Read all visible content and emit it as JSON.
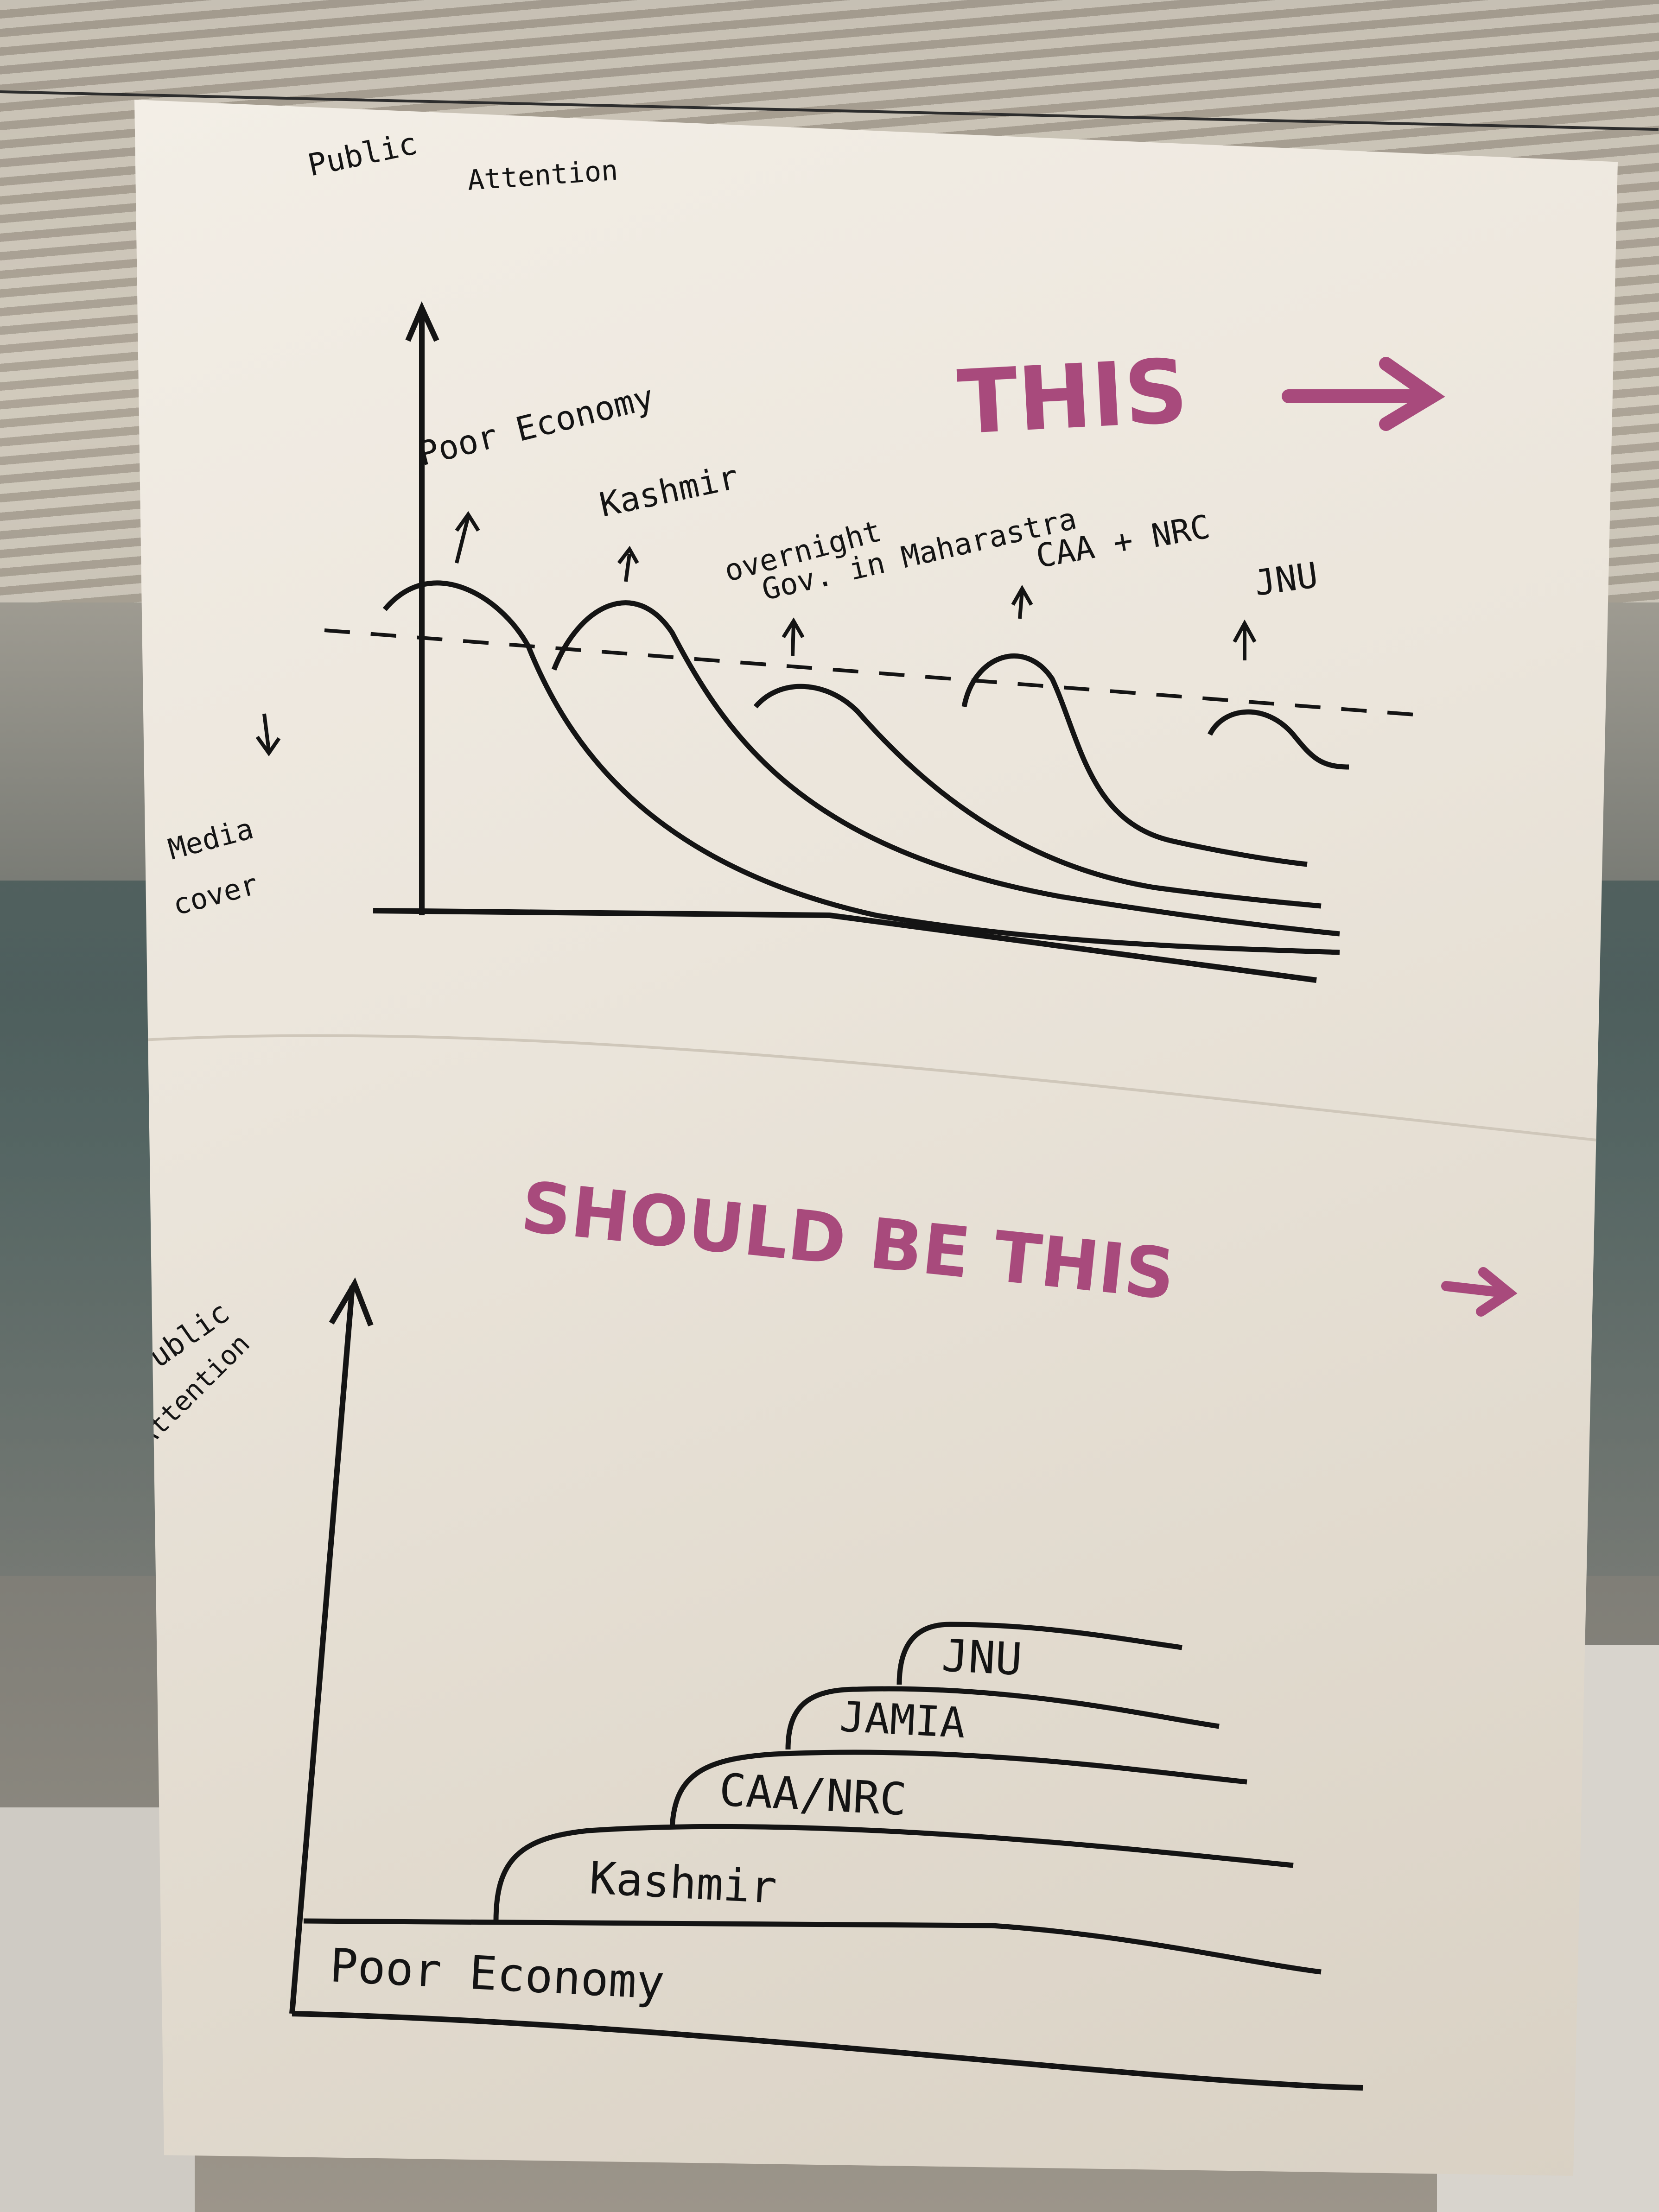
{
  "top_chart": {
    "title": "THIS",
    "y_label_line1": "Public",
    "y_label_line2": "Attention",
    "side_label_line1": "Media",
    "side_label_line2": "cover",
    "events": [
      {
        "label": "Poor Economy"
      },
      {
        "label": "Kashmir"
      },
      {
        "label_line1": "overnight",
        "label_line2": "Gov. in Maharastra"
      },
      {
        "label": "CAA + NRC"
      },
      {
        "label": "JNU"
      }
    ]
  },
  "bottom_chart": {
    "title": "SHOULD BE THIS",
    "y_label_line1": "Public",
    "y_label_line2": "Attention",
    "layers": [
      "Poor Economy",
      "Kashmir",
      "CAA/NRC",
      "JAMIA",
      "JNU"
    ]
  },
  "colors": {
    "ink": "#141414",
    "marker_pink": "#a84a7c",
    "paper": "#ece6dc"
  }
}
